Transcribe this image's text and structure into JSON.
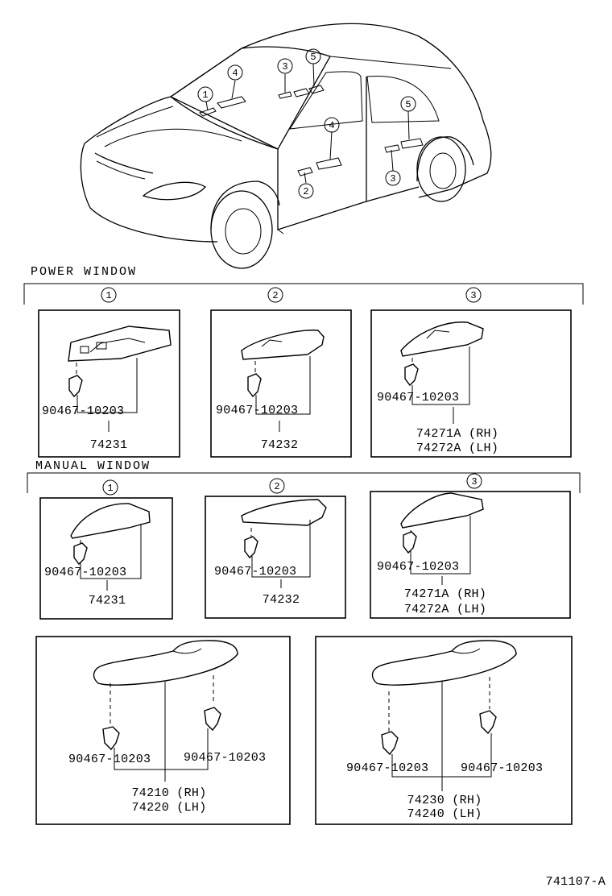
{
  "sections": {
    "power_window": "POWER WINDOW",
    "manual_window": "MANUAL WINDOW"
  },
  "callouts": [
    "1",
    "2",
    "3",
    "4",
    "5"
  ],
  "clip_part": "90467-10203",
  "power_window": {
    "cover1": "74231",
    "cover2": "74232",
    "cover3_rh": "74271A (RH)",
    "cover3_lh": "74272A (LH)"
  },
  "manual_window": {
    "cover1": "74231",
    "cover2": "74232",
    "cover3_rh": "74271A (RH)",
    "cover3_lh": "74272A (LH)"
  },
  "front_armrest": {
    "rh": "74210 (RH)",
    "lh": "74220 (LH)"
  },
  "rear_armrest": {
    "rh": "74230 (RH)",
    "lh": "74240 (LH)"
  },
  "figure_id": "741107-A"
}
